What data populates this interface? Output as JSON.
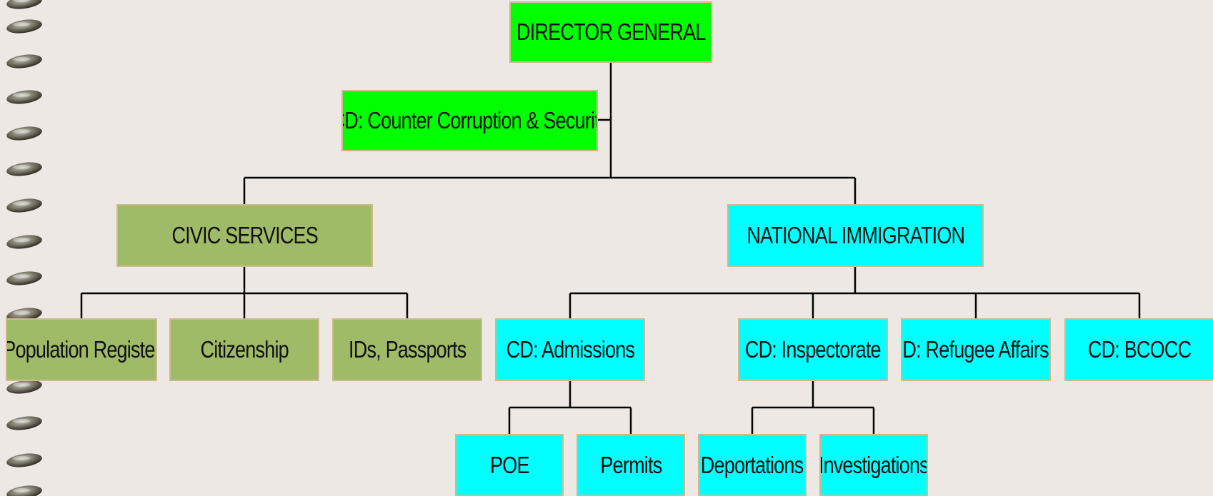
{
  "org_chart": {
    "director": "DIRECTOR GENERAL",
    "counter_corruption": "CD: Counter Corruption & Security",
    "civic_services": {
      "title": "CIVIC SERVICES",
      "units": [
        "Population Register",
        "Citizenship",
        "IDs, Passports"
      ]
    },
    "national_immigration": {
      "title": "NATIONAL IMMIGRATION",
      "units": [
        "CD: Admissions",
        "CD: Inspectorate",
        "D: Refugee Affairs",
        "CD: BCOCC"
      ],
      "admissions_units": [
        "POE",
        "Permits"
      ],
      "inspectorate_units": [
        "Deportations",
        "Investigations"
      ]
    }
  },
  "colors": {
    "background": "#ede8e4",
    "executive": "#00ff00",
    "civic": "#9fbb68",
    "immigration": "#00ffff",
    "border": "#cdbb8c",
    "connector": "#000000"
  },
  "decoration": {
    "binding_ring_icon": "spiral-binding-ring-icon"
  }
}
